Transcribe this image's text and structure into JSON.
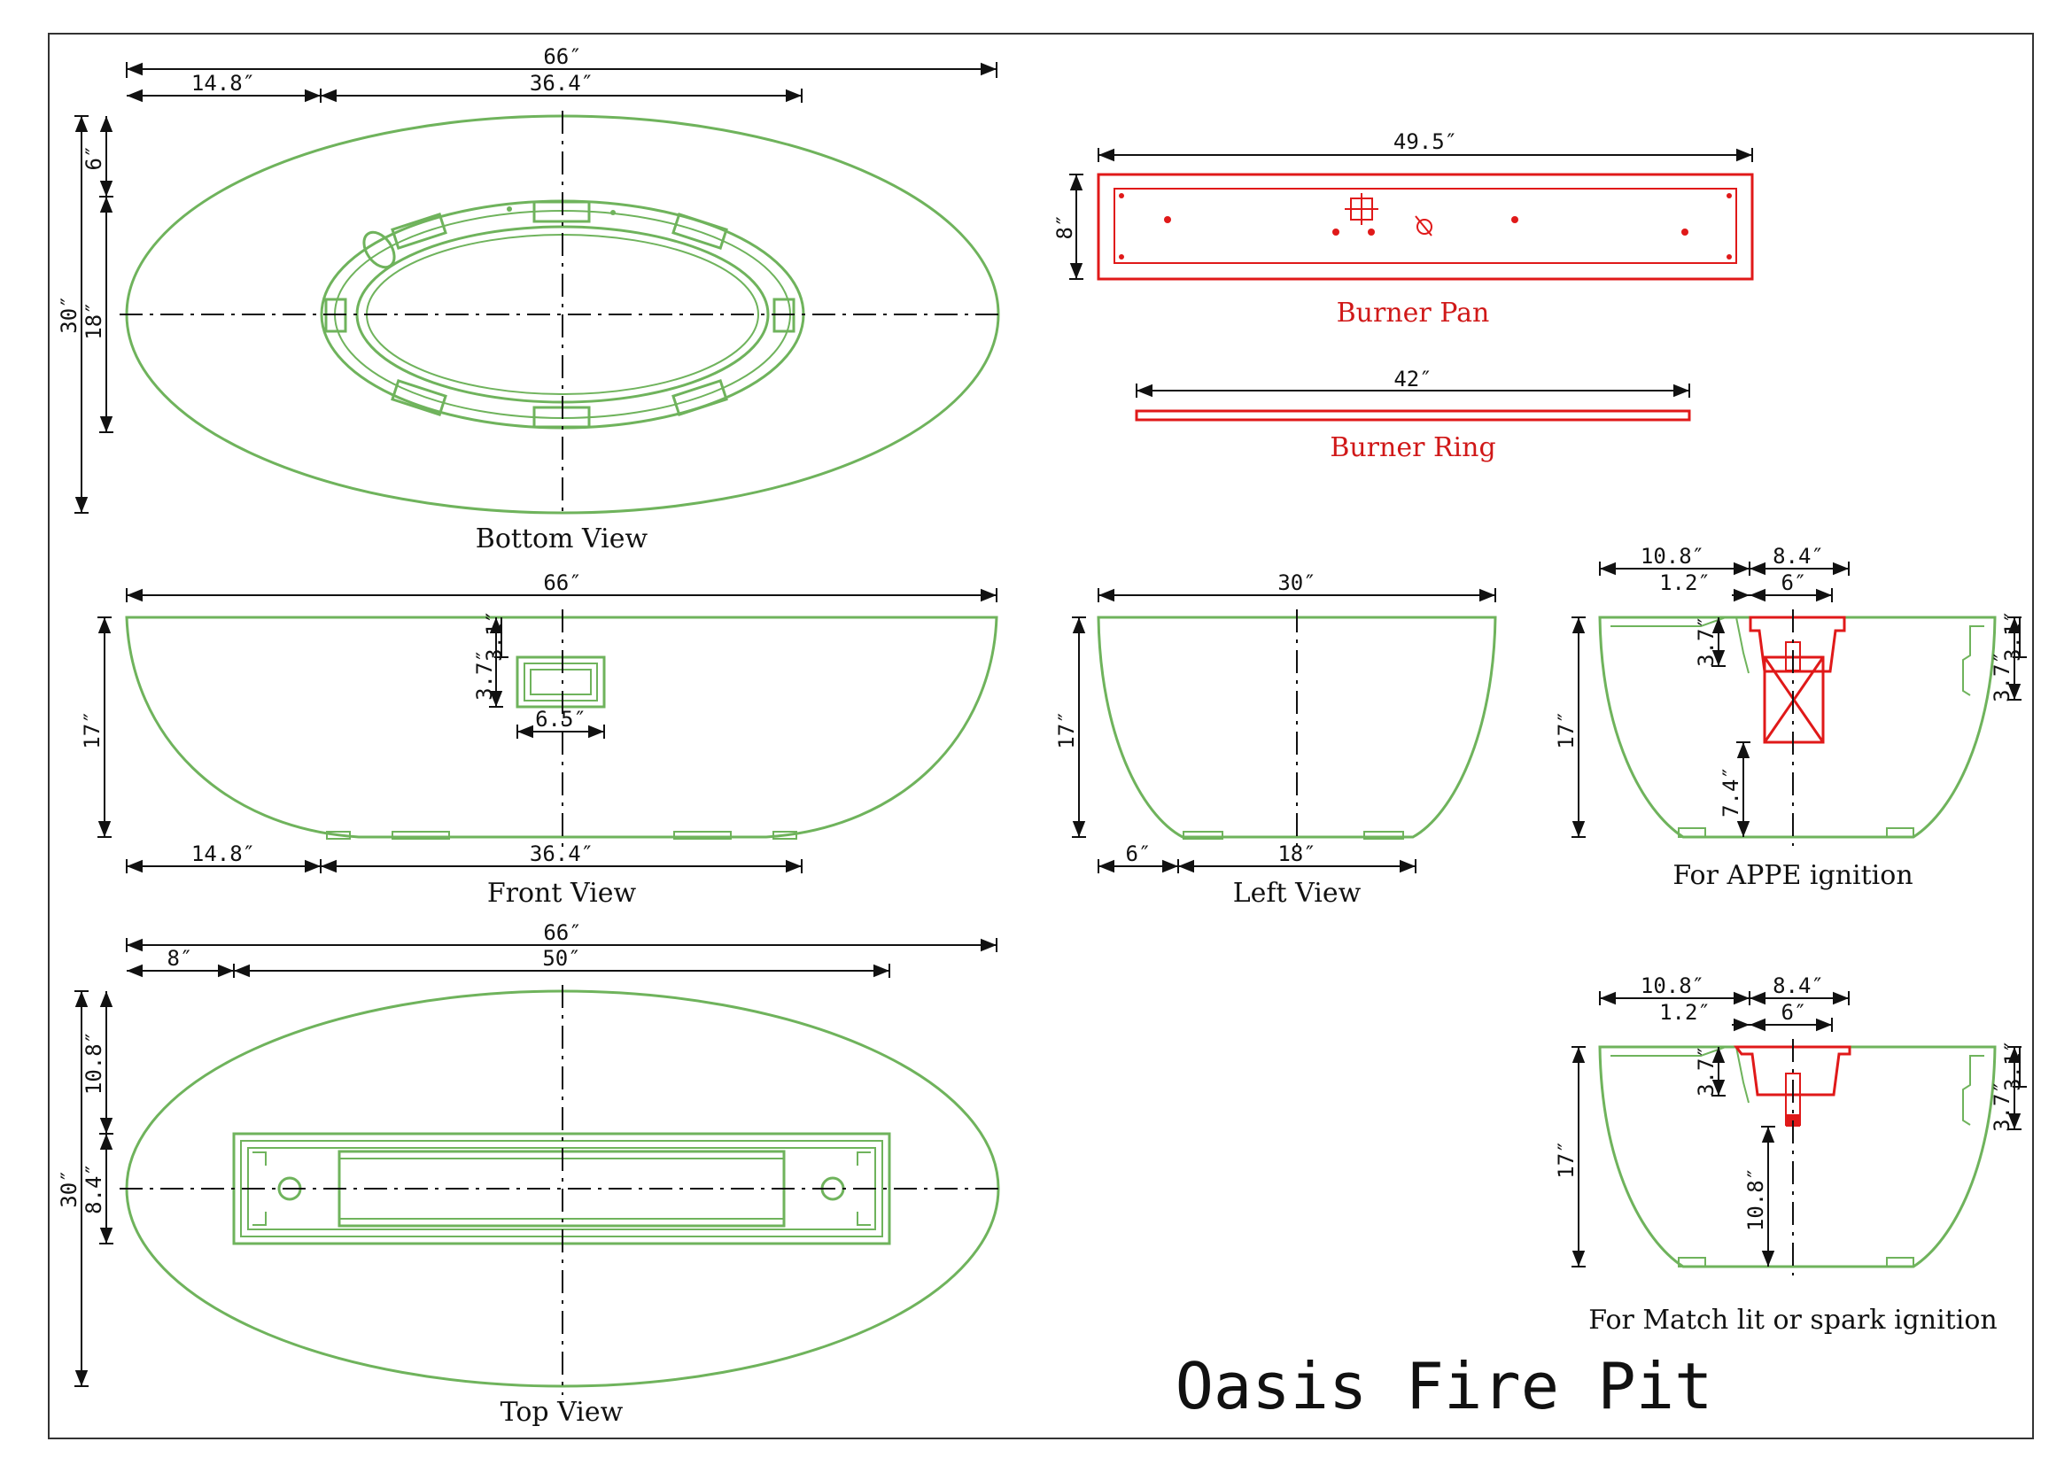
{
  "title": "Oasis Fire Pit",
  "views": {
    "bottom": "Bottom View",
    "front": "Front View",
    "top": "Top View",
    "left": "Left View",
    "appe": "For APPE ignition",
    "match": "For Match lit or spark ignition"
  },
  "parts": {
    "burner_pan": "Burner Pan",
    "burner_ring": "Burner Ring"
  },
  "dims": {
    "bottom_width": "66″",
    "bottom_offset": "14.8″",
    "bottom_inner": "36.4″",
    "bottom_depth": "30″",
    "bottom_inner_depth": "18″",
    "bottom_top_gap": "6″",
    "pan_width": "49.5″",
    "pan_depth": "8″",
    "ring_width": "42″",
    "front_width": "66″",
    "front_height": "17″",
    "front_cut_h1": "3.7″",
    "front_cut_h2": "3.1″",
    "front_cut_w": "6.5″",
    "front_offset": "14.8″",
    "front_inner": "36.4″",
    "left_width": "30″",
    "left_height": "17″",
    "left_offset": "6″",
    "left_inner": "18″",
    "top_width": "66″",
    "top_offset": "8″",
    "top_inner": "50″",
    "top_depth": "30″",
    "top_upper": "10.8″",
    "top_half": "8.4″",
    "sec_outer": "10.8″",
    "sec_inner": "8.4″",
    "sec_rim": "1.2″",
    "sec_pan": "6″",
    "sec_height": "17″",
    "sec_recess": "3.7″",
    "sec_right_a": "3.7″",
    "sec_right_b": "3.1″",
    "appe_rise": "7.4″",
    "match_rise": "10.8″"
  }
}
